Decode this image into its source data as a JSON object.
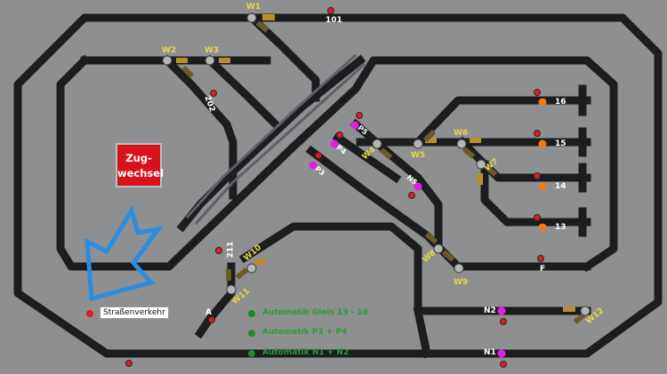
{
  "colors": {
    "background": "#8e8f91",
    "track": "#1c1d1f",
    "switch_lamp": "#b98f2a",
    "switch_lamp_dim": "#6b5a2a",
    "switch_label": "#e8d84a",
    "signal_red": "#e01b22",
    "signal_orange": "#f07a1e",
    "signal_magenta": "#e020e0",
    "auto_green": "#1e8a2d",
    "arrow_blue": "#2a8de0"
  },
  "switches": [
    "W1",
    "W2",
    "W3",
    "W4",
    "W5",
    "W6",
    "W7",
    "W8",
    "W9",
    "W10",
    "W11",
    "W12"
  ],
  "track_labels": [
    "101",
    "202",
    "211",
    "16",
    "15",
    "14",
    "13",
    "F",
    "N2",
    "N1",
    "A",
    "P3",
    "P4",
    "P5",
    "N5"
  ],
  "button": {
    "line1": "Zug-",
    "line2": "wechsel"
  },
  "legend": {
    "strassenverkehr": "Straßenverkehr"
  },
  "automations": [
    "Automatik Gleis 13 - 16",
    "Automatik P3 + P4",
    "Automatik N1 + N2"
  ],
  "icons": [
    "arrow-pointer-icon",
    "signal-icon"
  ]
}
